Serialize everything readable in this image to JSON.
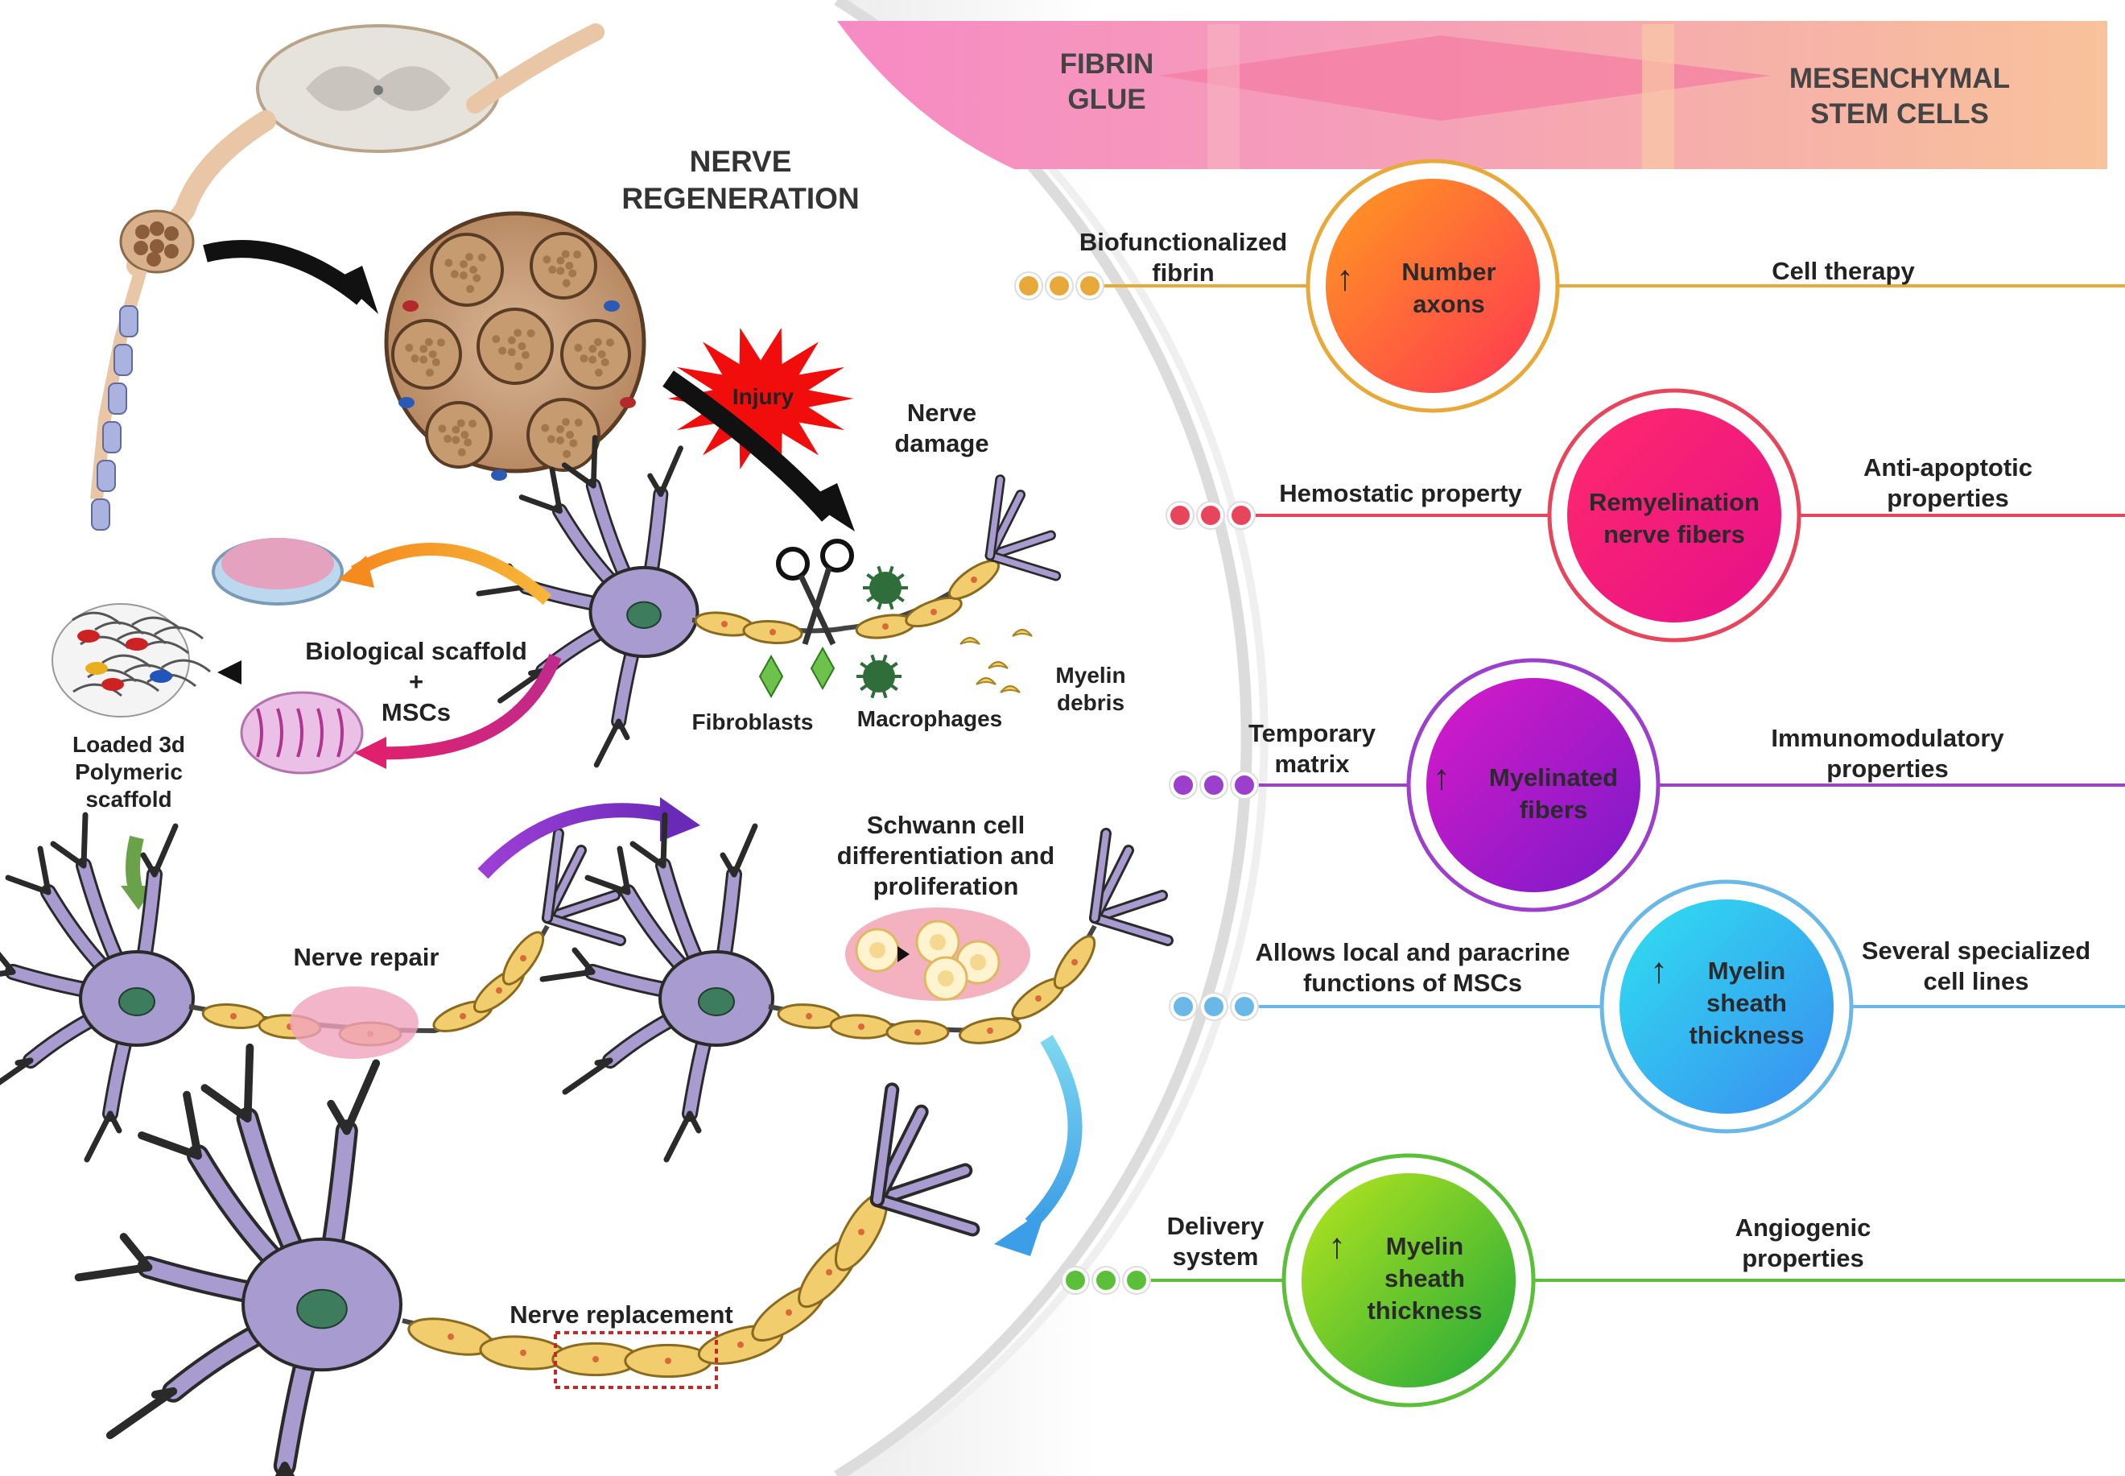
{
  "left_panel": {
    "title": "NERVE\nREGENERATION",
    "injury": "Injury",
    "nerve_damage": "Nerve\ndamage",
    "biological_scaffold": "Biological scaffold\n+\nMSCs",
    "loaded_scaffold": "Loaded 3d\nPolymeric\nscaffold",
    "fibroblasts": "Fibroblasts",
    "macrophages": "Macrophages",
    "myelin_debris": "Myelin\ndebris",
    "nerve_repair": "Nerve repair",
    "schwann": "Schwann cell\ndifferentiation and\nproliferation",
    "nerve_replacement": "Nerve replacement"
  },
  "banner": {
    "left": "FIBRIN\nGLUE",
    "right": "MESENCHYMAL\nSTEM CELLS"
  },
  "rows": [
    {
      "left_label": "Biofunctionalized\nfibrin",
      "circle_label": "Number\naxons",
      "arrow": "↑",
      "right_label": "Cell therapy",
      "color": "#e8a93a",
      "grad": [
        "#ff9b1f",
        "#ff3553"
      ]
    },
    {
      "left_label": "Hemostatic property",
      "circle_label": "Remyelination\nnerve fibers",
      "arrow": "",
      "right_label": "Anti-apoptotic\nproperties",
      "color": "#e6455c",
      "grad": [
        "#ff2a6a",
        "#e60f8c"
      ]
    },
    {
      "left_label": "Temporary\nmatrix",
      "circle_label": "Myelinated\nfibers",
      "arrow": "↑",
      "right_label": "Immunomodulatory\nproperties",
      "color": "#9b3fcc",
      "grad": [
        "#d81ac8",
        "#7a1ac9"
      ]
    },
    {
      "left_label": "Allows local and paracrine\nfunctions of MSCs",
      "circle_label": "Myelin\nsheath\nthickness",
      "arrow": "↑",
      "right_label": "Several specialized\ncell lines",
      "color": "#6ab8e8",
      "grad": [
        "#2fe0f0",
        "#3a8cf0"
      ]
    },
    {
      "left_label": "Delivery\nsystem",
      "circle_label": "Myelin\nsheath\nthickness",
      "arrow": "↑",
      "right_label": "Angiogenic\nproperties",
      "color": "#5bbf3a",
      "grad": [
        "#b8e61e",
        "#1fa83a"
      ]
    }
  ],
  "colors": {
    "neuron_body": "#a79bd0",
    "neuron_outline": "#2a2a2a",
    "myelin": "#f2cd6e",
    "nucleus": "#3d7c5c",
    "tissue": "#c8a383"
  }
}
